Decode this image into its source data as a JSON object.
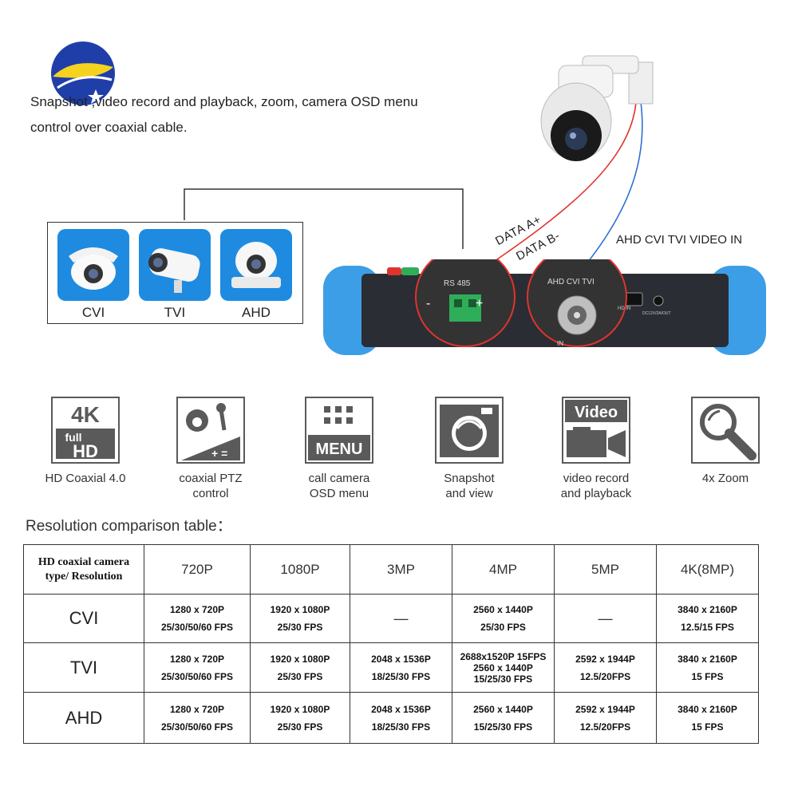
{
  "intro": {
    "line1": "Snapshot ,video record and playback, zoom, camera OSD menu",
    "line2": "control over coaxial cable."
  },
  "camera_types": [
    "CVI",
    "TVI",
    "AHD"
  ],
  "device": {
    "rs485_label": "RS 485",
    "minus": "-",
    "plus": "+",
    "bnc_label": "AHD CVI TVI",
    "bnc_in": "IN",
    "hdmi_label": "HD IN",
    "dc_label": "DC12V/2A/OUT",
    "data_a": "DATA A+",
    "data_b": "DATA B-",
    "video_in": "AHD CVI TVI VIDEO IN"
  },
  "features": [
    {
      "icon": "4k-full-hd-icon",
      "label1": "HD Coaxial 4.0",
      "label2": "",
      "text1": "4K",
      "text2": "full",
      "text3": "HD"
    },
    {
      "icon": "ptz-control-icon",
      "label1": "coaxial PTZ",
      "label2": "control"
    },
    {
      "icon": "osd-menu-icon",
      "label1": "call camera",
      "label2": "OSD menu",
      "text1": "MENU"
    },
    {
      "icon": "snapshot-icon",
      "label1": "Snapshot",
      "label2": "and view"
    },
    {
      "icon": "video-record-icon",
      "label1": "video record",
      "label2": "and playback",
      "text1": "Video"
    },
    {
      "icon": "zoom-icon",
      "label1": "4x Zoom",
      "label2": ""
    }
  ],
  "table": {
    "title": "Resolution comparison table：",
    "header_first_line1": "HD coaxial camera",
    "header_first_line2": "type/ Resolution",
    "columns": [
      "720P",
      "1080P",
      "3MP",
      "4MP",
      "5MP",
      "4K(8MP)"
    ],
    "rows": [
      {
        "name": "CVI",
        "cells": [
          [
            "1280 x 720P",
            "25/30/50/60 FPS"
          ],
          [
            "1920 x 1080P",
            "25/30 FPS"
          ],
          [
            "—"
          ],
          [
            "2560 x 1440P",
            "25/30 FPS"
          ],
          [
            "—"
          ],
          [
            "3840 x 2160P",
            "12.5/15 FPS"
          ]
        ]
      },
      {
        "name": "TVI",
        "cells": [
          [
            "1280 x 720P",
            "25/30/50/60 FPS"
          ],
          [
            "1920 x 1080P",
            "25/30 FPS"
          ],
          [
            "2048 x 1536P",
            "18/25/30 FPS"
          ],
          [
            "2688x1520P 15FPS",
            "2560 x 1440P",
            "15/25/30 FPS"
          ],
          [
            "2592 x 1944P",
            "12.5/20FPS"
          ],
          [
            "3840 x 2160P",
            "15 FPS"
          ]
        ]
      },
      {
        "name": "AHD",
        "cells": [
          [
            "1280 x 720P",
            "25/30/50/60 FPS"
          ],
          [
            "1920 x 1080P",
            "25/30 FPS"
          ],
          [
            "2048 x 1536P",
            "18/25/30 FPS"
          ],
          [
            "2560 x 1440P",
            "15/25/30 FPS"
          ],
          [
            "2592 x 1944P",
            "12.5/20FPS"
          ],
          [
            "3840 x 2160P",
            "15 FPS"
          ]
        ]
      }
    ]
  },
  "colors": {
    "accent_blue": "#1e8be0",
    "device_body": "#2a2d33",
    "bumper_blue": "#3c9ee6",
    "terminal_green": "#2fae5a",
    "wire_red": "#e0342c",
    "wire_blue": "#2f6fd6",
    "icon_gray": "#5a5a5a"
  }
}
